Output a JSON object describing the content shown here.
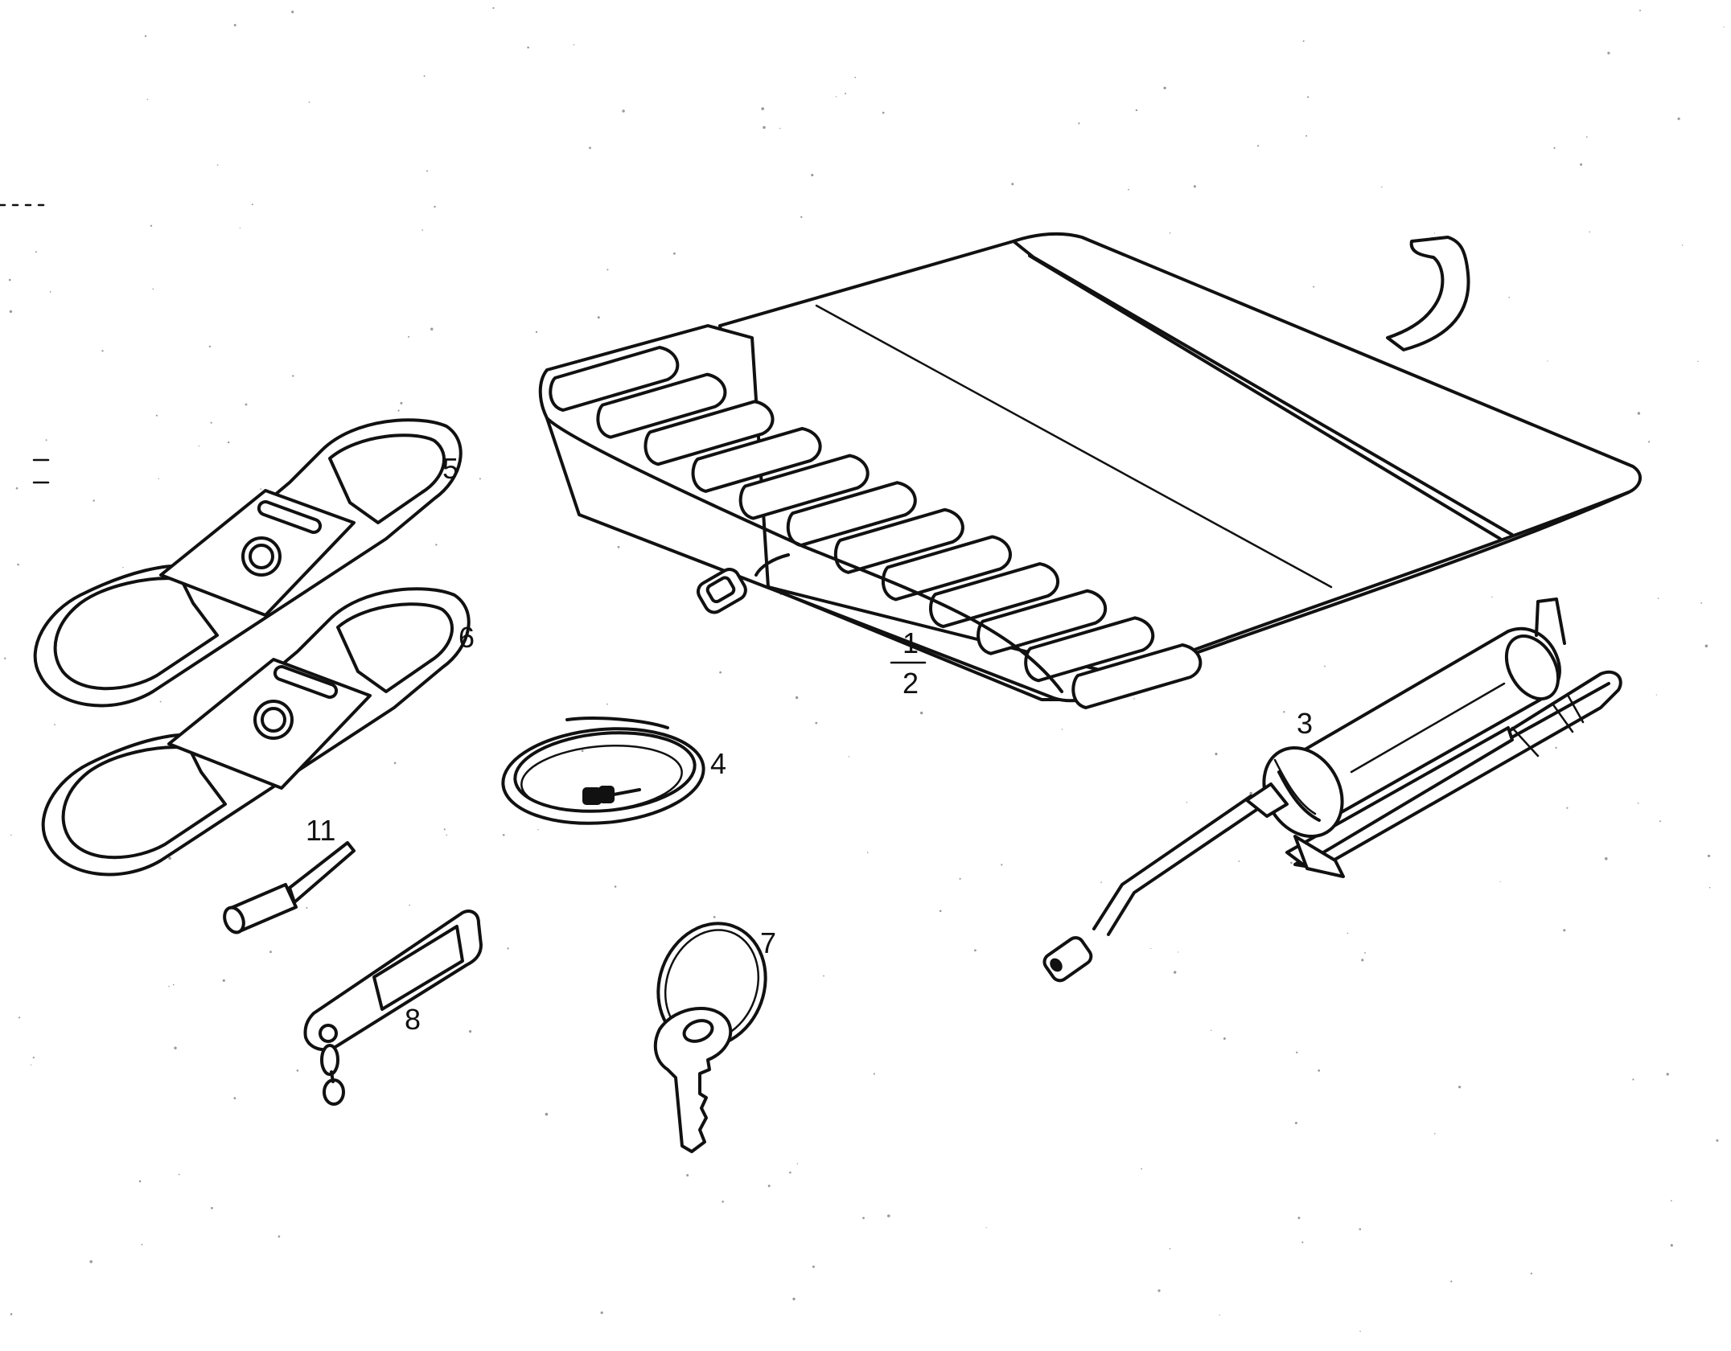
{
  "callouts": {
    "c1": "1",
    "c2": "2",
    "c3": "3",
    "c4": "4",
    "c5": "5",
    "c6": "6",
    "c7": "7",
    "c8": "8",
    "c11": "11"
  },
  "colors": {
    "ink": "#111111",
    "paper": "#ffffff"
  }
}
